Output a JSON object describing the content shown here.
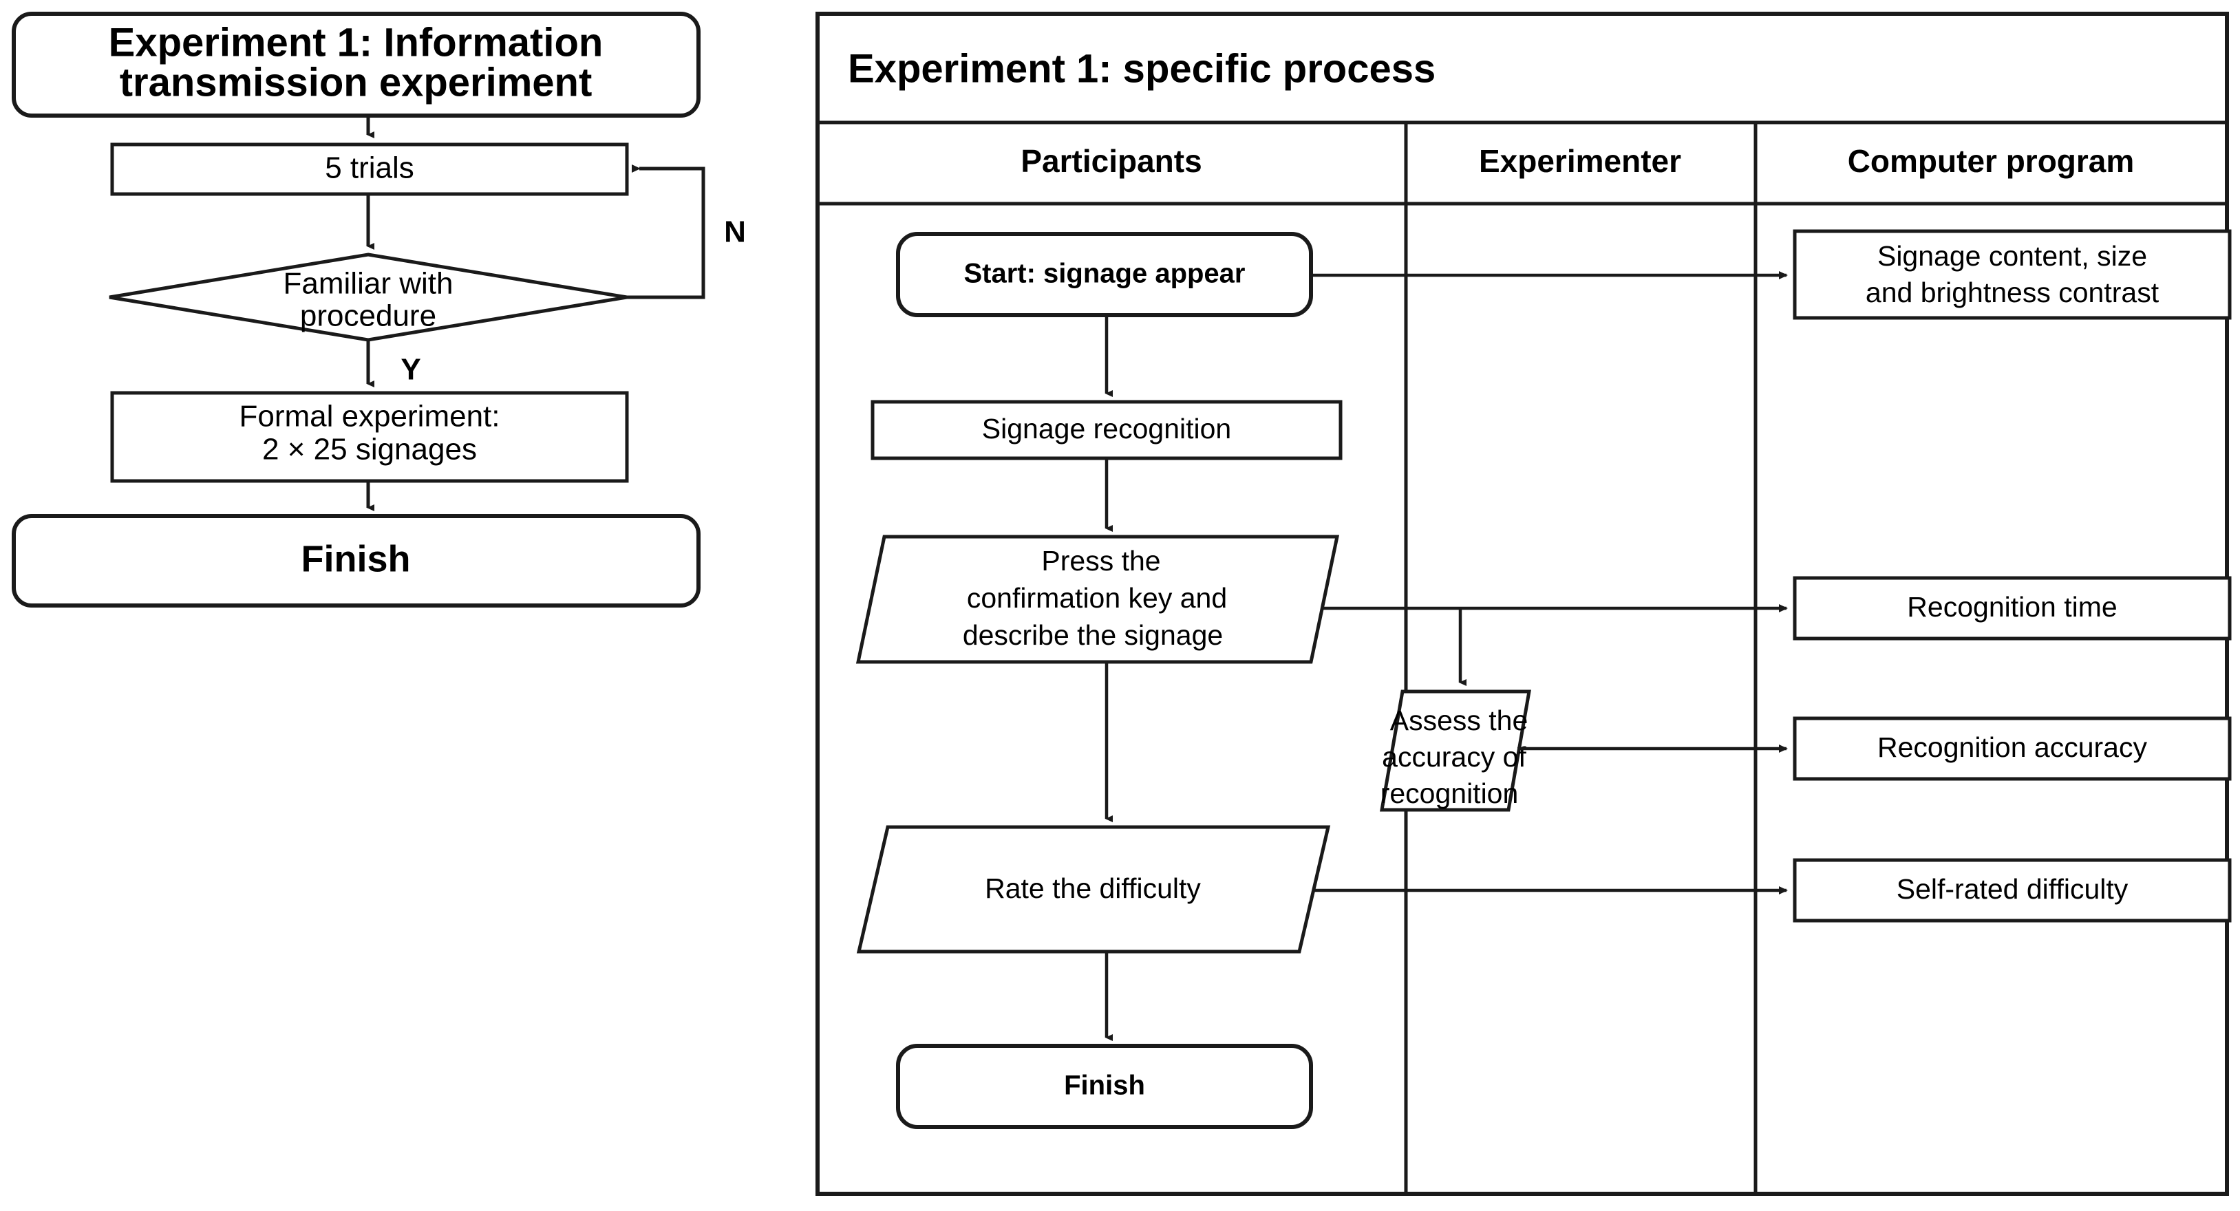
{
  "left_panel": {
    "name": "experiment-1-overview-flowchart",
    "nodes": {
      "start_terminal": "Experiment 1: Information",
      "start_terminal_line2": "transmission experiment",
      "trials": "5 trials",
      "decision_line1": "Familiar with",
      "decision_line2": "procedure",
      "formal_line1": "Formal experiment:",
      "formal_line2": "2 × 25 signages",
      "finish": "Finish"
    },
    "edge_labels": {
      "no": "N",
      "yes": "Y"
    }
  },
  "right_panel": {
    "title": "Experiment 1: specific process",
    "columns": [
      {
        "label": "Participants"
      },
      {
        "label": "Experimenter"
      },
      {
        "label": "Computer program"
      }
    ],
    "participants_nodes": {
      "start": "Start: signage appear",
      "recognition": "Signage recognition",
      "press_line1": "Press the",
      "press_line2": "confirmation key and",
      "press_line3": "describe the signage",
      "rate": "Rate the difficulty",
      "finish": "Finish"
    },
    "experimenter_nodes": {
      "assess_line1": "Assess the",
      "assess_line2": "accuracy of",
      "assess_line3": "recognition"
    },
    "computer_nodes": {
      "signage_line1": "Signage content, size",
      "signage_line2": "and brightness contrast",
      "recognition_time": "Recognition time",
      "recognition_accuracy": "Recognition accuracy",
      "self_rated_difficulty": "Self-rated difficulty"
    }
  },
  "colors": {
    "stroke": "#1a1a1a",
    "fill": "#ffffff",
    "text": "#000000"
  }
}
